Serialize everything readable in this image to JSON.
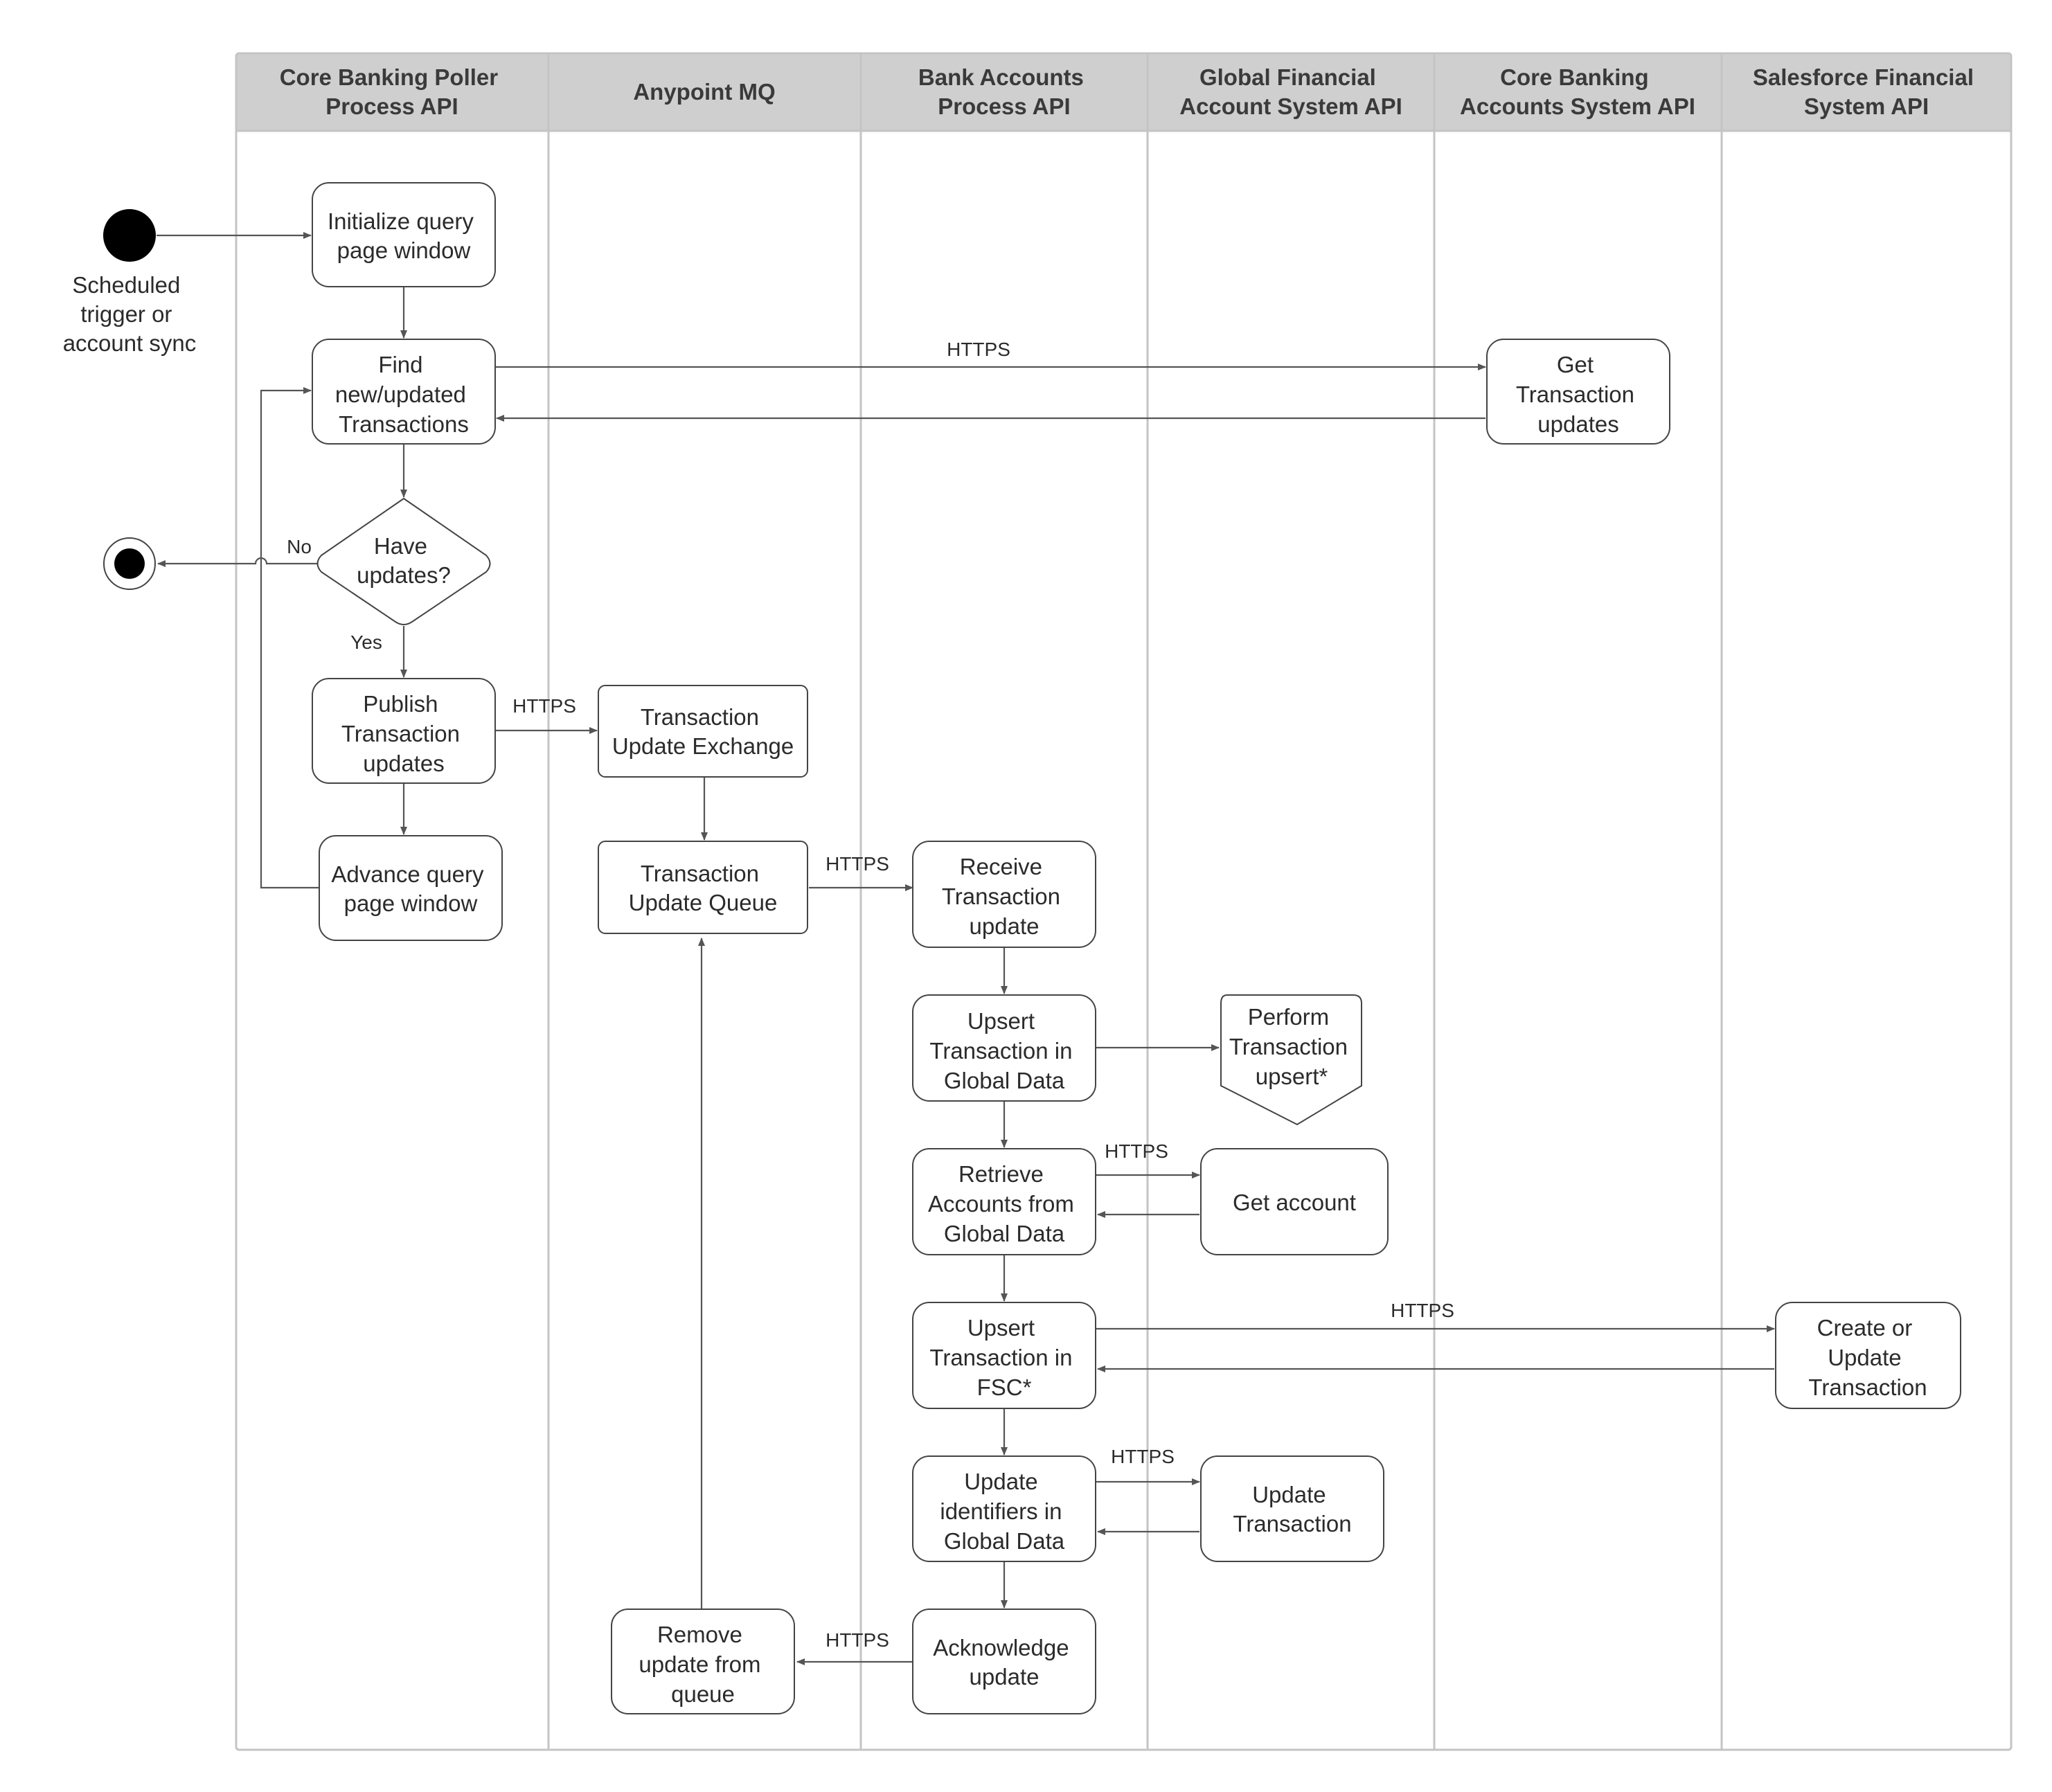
{
  "lanes": [
    {
      "id": "poller",
      "title": [
        "Core Banking Poller",
        "Process API"
      ]
    },
    {
      "id": "mq",
      "title": [
        "Anypoint MQ"
      ]
    },
    {
      "id": "bank",
      "title": [
        "Bank Accounts",
        "Process API"
      ]
    },
    {
      "id": "gfa",
      "title": [
        "Global Financial",
        "Account System API"
      ]
    },
    {
      "id": "cbas",
      "title": [
        "Core Banking",
        "Accounts System API"
      ]
    },
    {
      "id": "sfs",
      "title": [
        "Salesforce Financial",
        "System API"
      ]
    }
  ],
  "start_label": [
    "Scheduled",
    "trigger or",
    "account sync"
  ],
  "nodes": [
    {
      "id": "init",
      "lines": [
        "Initialize query",
        "page window"
      ]
    },
    {
      "id": "find",
      "lines": [
        "Find",
        "new/updated",
        "Transactions"
      ]
    },
    {
      "id": "decision",
      "lines": [
        "Have",
        "updates?"
      ]
    },
    {
      "id": "publish",
      "lines": [
        "Publish",
        "Transaction",
        "updates"
      ]
    },
    {
      "id": "advance",
      "lines": [
        "Advance query",
        "page window"
      ]
    },
    {
      "id": "getupd",
      "lines": [
        "Get",
        "Transaction",
        "updates"
      ]
    },
    {
      "id": "exchange",
      "lines": [
        "Transaction",
        "Update Exchange"
      ]
    },
    {
      "id": "queue",
      "lines": [
        "Transaction",
        "Update Queue"
      ]
    },
    {
      "id": "remove",
      "lines": [
        "Remove",
        "update from",
        "queue"
      ]
    },
    {
      "id": "receive",
      "lines": [
        "Receive",
        "Transaction",
        "update"
      ]
    },
    {
      "id": "upsertgd",
      "lines": [
        "Upsert",
        "Transaction in",
        "Global Data"
      ]
    },
    {
      "id": "perform",
      "lines": [
        "Perform",
        "Transaction",
        "upsert*"
      ]
    },
    {
      "id": "retrieve",
      "lines": [
        "Retrieve",
        "Accounts from",
        "Global Data"
      ]
    },
    {
      "id": "getacct",
      "lines": [
        "Get account"
      ]
    },
    {
      "id": "upsertfsc",
      "lines": [
        "Upsert",
        "Transaction in",
        "FSC*"
      ]
    },
    {
      "id": "createupd",
      "lines": [
        "Create or",
        "Update",
        "Transaction"
      ]
    },
    {
      "id": "updateids",
      "lines": [
        "Update",
        "identifiers in",
        "Global Data"
      ]
    },
    {
      "id": "updtxn",
      "lines": [
        "Update",
        "Transaction"
      ]
    },
    {
      "id": "ack",
      "lines": [
        "Acknowledge",
        "update"
      ]
    }
  ],
  "edge_labels": {
    "https": "HTTPS",
    "no": "No",
    "yes": "Yes"
  }
}
